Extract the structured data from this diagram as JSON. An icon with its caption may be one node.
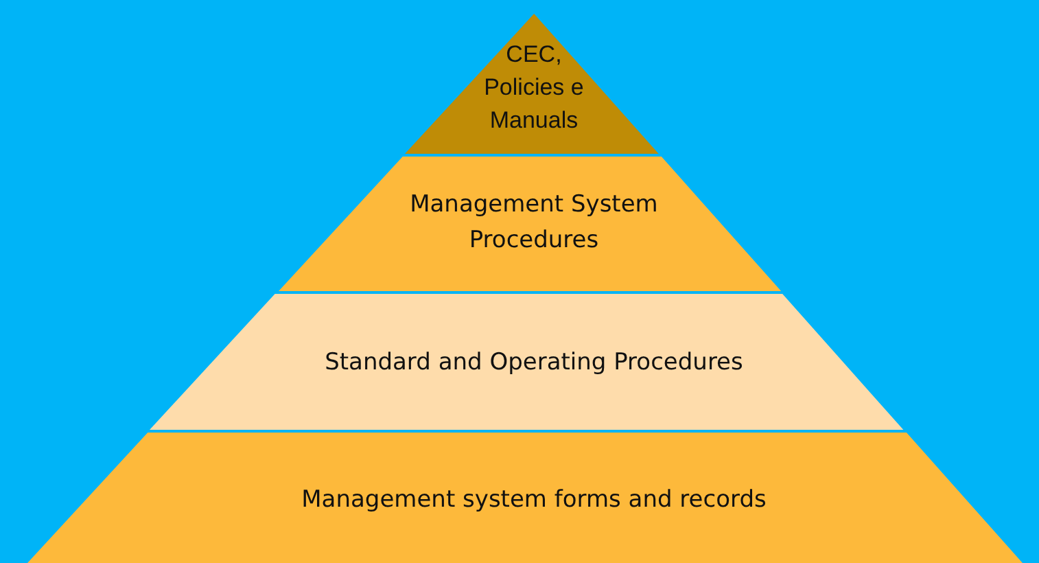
{
  "diagram": {
    "nodes": [
      {
        "text": [
          "CEC, Policies e Manuals"
        ]
      },
      {
        "text": [
          "Management System Procedures"
        ]
      },
      {
        "text": [
          "Standard and Operating Procedures"
        ]
      },
      {
        "text": [
          "Management system forms and records"
        ]
      }
    ]
  }
}
